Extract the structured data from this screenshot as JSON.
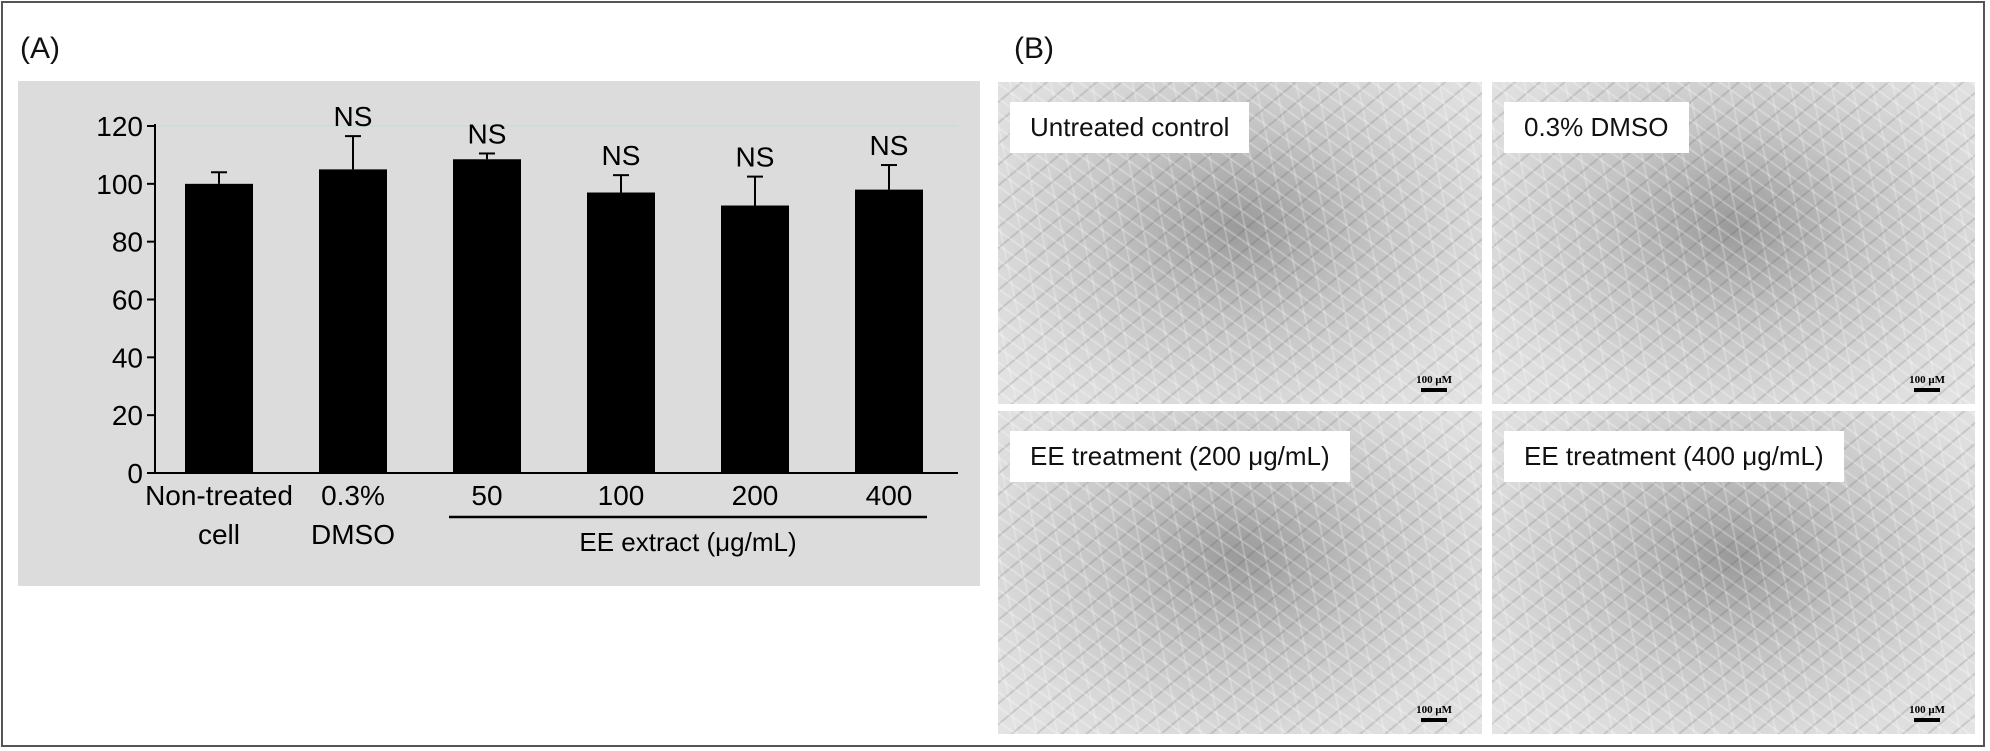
{
  "panel_a": {
    "label": "(A)"
  },
  "panel_b": {
    "label": "(B)",
    "images": [
      {
        "caption": "Untreated control",
        "scale_bar": "100 μM"
      },
      {
        "caption": "0.3% DMSO",
        "scale_bar": "100 μM"
      },
      {
        "caption": "EE treatment (200 μg/mL)",
        "scale_bar": "100 μM"
      },
      {
        "caption": "EE treatment (400 μg/mL)",
        "scale_bar": "100 μM"
      }
    ]
  },
  "chart_data": {
    "type": "bar",
    "categories": [
      {
        "line1": "Non-treated",
        "line2": "cell"
      },
      {
        "line1": "0.3%",
        "line2": "DMSO"
      },
      {
        "line1": "50",
        "line2": ""
      },
      {
        "line1": "100",
        "line2": ""
      },
      {
        "line1": "200",
        "line2": ""
      },
      {
        "line1": "400",
        "line2": ""
      }
    ],
    "values": [
      100,
      105,
      108.5,
      97,
      92.5,
      98
    ],
    "error_upper": [
      4,
      11.5,
      2,
      6,
      10,
      8.5
    ],
    "annotations": [
      "",
      "NS",
      "NS",
      "NS",
      "NS",
      "NS"
    ],
    "group_label": "EE extract (μg/mL)",
    "group_span": [
      2,
      5
    ],
    "ylim": [
      0,
      120
    ],
    "yticks": [
      0,
      20,
      40,
      60,
      80,
      100,
      120
    ],
    "xlabel": "",
    "ylabel": "",
    "colors": {
      "bar": "#000000",
      "background": "#dcdcdc",
      "grid": "#c8ddd0"
    }
  }
}
